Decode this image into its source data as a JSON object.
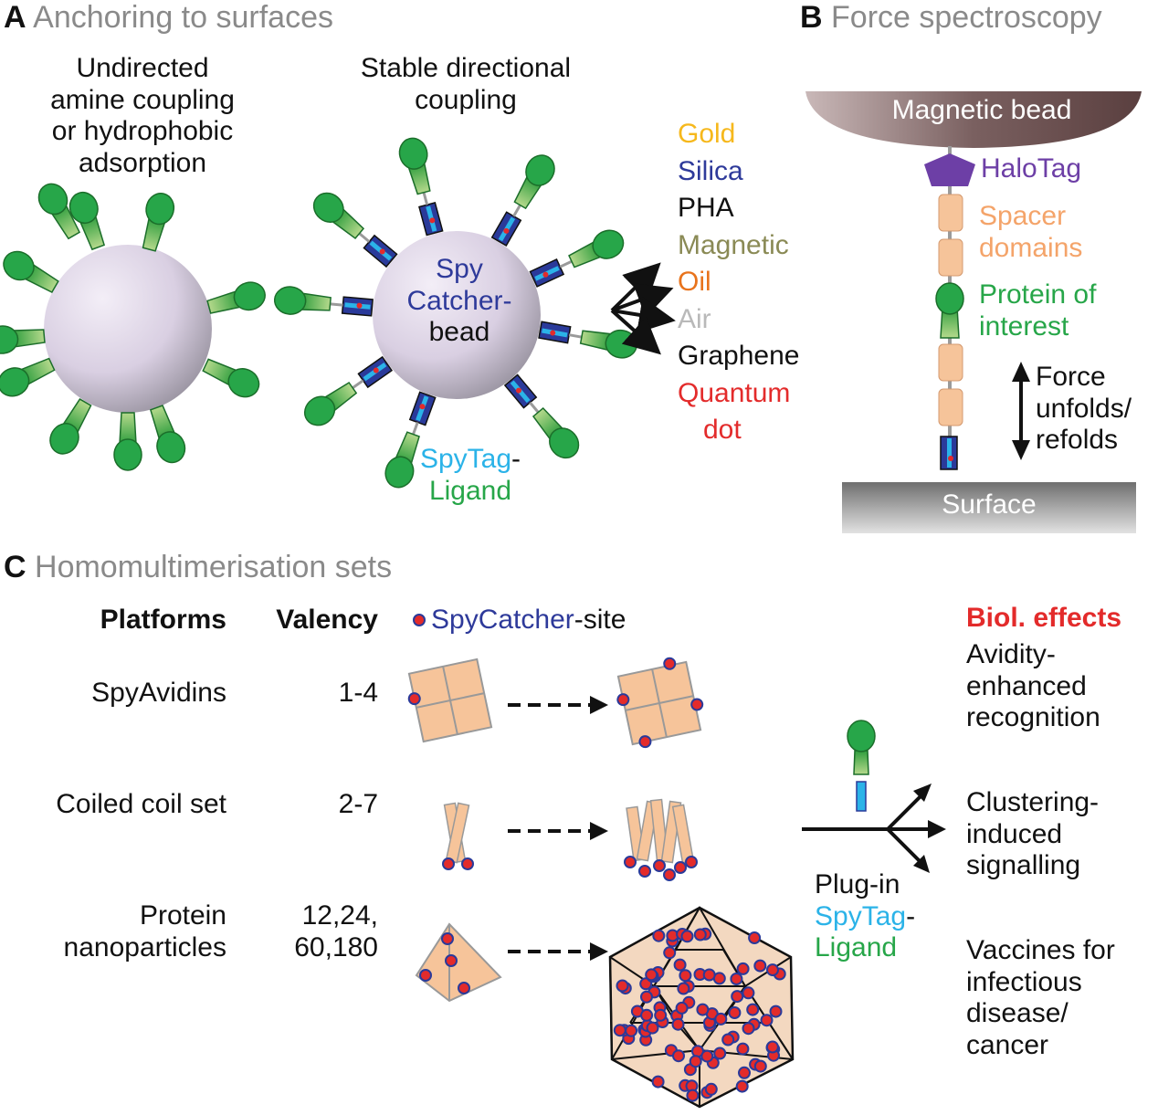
{
  "panelA": {
    "letter": "A",
    "title": "Anchoring to surfaces",
    "undirected": [
      "Undirected",
      "amine coupling",
      "or hydrophobic",
      "adsorption"
    ],
    "directional": [
      "Stable directional",
      "coupling"
    ],
    "bead": [
      "Spy",
      "Catcher-",
      "bead"
    ],
    "spytag": "SpyTag",
    "spytag_dash": "-",
    "ligand": "Ligand",
    "surfaces": [
      {
        "label": "Gold",
        "color": "#f6b81c"
      },
      {
        "label": "Silica",
        "color": "#2e3a9a"
      },
      {
        "label": "PHA",
        "color": "#111111"
      },
      {
        "label": "Magnetic",
        "color": "#8a8a55"
      },
      {
        "label": "Oil",
        "color": "#e8731c"
      },
      {
        "label": "Air",
        "color": "#b9b9b9"
      },
      {
        "label": "Graphene",
        "color": "#111111"
      },
      {
        "label": "Quantum",
        "color": "#e32b2b"
      },
      {
        "label": "dot",
        "color": "#e32b2b"
      }
    ]
  },
  "panelB": {
    "letter": "B",
    "title": "Force spectroscopy",
    "bead_label": "Magnetic bead",
    "halotag": "HaloTag",
    "spacer": [
      "Spacer",
      "domains"
    ],
    "protein": [
      "Protein of",
      "interest"
    ],
    "force": [
      "Force",
      "unfolds/",
      "refolds"
    ],
    "surface_label": "Surface"
  },
  "panelC": {
    "letter": "C",
    "title": "Homomultimerisation sets",
    "headers": {
      "platforms": "Platforms",
      "valency": "Valency",
      "site_a": "SpyCatcher",
      "site_b": "-site",
      "effects": "Biol. effects"
    },
    "rows": [
      {
        "platform": [
          "SpyAvidins"
        ],
        "valency": [
          "1-4"
        ]
      },
      {
        "platform": [
          "Coiled coil set"
        ],
        "valency": [
          "2-7"
        ]
      },
      {
        "platform": [
          "Protein",
          "nanoparticles"
        ],
        "valency": [
          "12,24,",
          "60,180"
        ]
      }
    ],
    "plugin": "Plug-in",
    "spytag": "SpyTag",
    "spytag_dash": "-",
    "ligand": "Ligand",
    "effects": [
      [
        "Avidity-",
        "enhanced",
        "recognition"
      ],
      [
        "Clustering-",
        "induced",
        "signalling"
      ],
      [
        "Vaccines for",
        "infectious",
        "disease/",
        "cancer"
      ]
    ]
  },
  "colors": {
    "green": "#27a649",
    "dark_blue": "#2a3a9a",
    "light_blue": "#2bb3e8",
    "orange": "#f6c49a",
    "site_red": "#e32b2b",
    "halotag": "#6d3fa6",
    "spacer_text": "#f4a46a",
    "protein_text": "#27a649",
    "effects_red": "#e32b2b"
  }
}
